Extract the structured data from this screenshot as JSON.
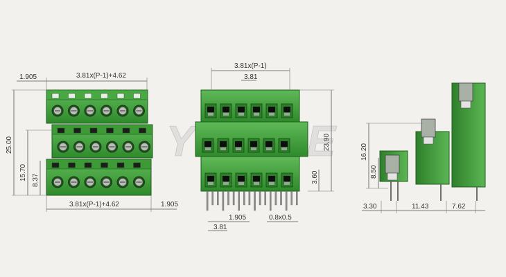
{
  "colors": {
    "background": "#f3f1ee",
    "body_green": "#3f9a3a",
    "body_dark": "#1f5c1e",
    "body_light": "#6cc463",
    "screw": "#9aa39a",
    "pin": "#8a8a8a",
    "watermark": "#c9c9c9"
  },
  "watermark": {
    "text": "YOUNE"
  },
  "front_view": {
    "top_left_offset": "1.905",
    "top_width": "3.81x(P-1)+4.62",
    "height_total": "25.00",
    "height_mid": "15.70",
    "height_low": "8.37",
    "bottom_width": "3.81x(P-1)+4.62",
    "bottom_right_offset": "1.905"
  },
  "middle_view": {
    "top_width": "3.81x(P-1)",
    "pitch_top": "3.81",
    "height_right": "23.90",
    "height_small": "3.60",
    "offset_bottom": "1.905",
    "pin_size": "0.8x0.5",
    "pitch_bottom": "3.81"
  },
  "side_view": {
    "height_high": "16.20",
    "height_low": "8.50",
    "dim_left": "3.30",
    "dim_mid": "11.43",
    "dim_right": "7.62"
  }
}
